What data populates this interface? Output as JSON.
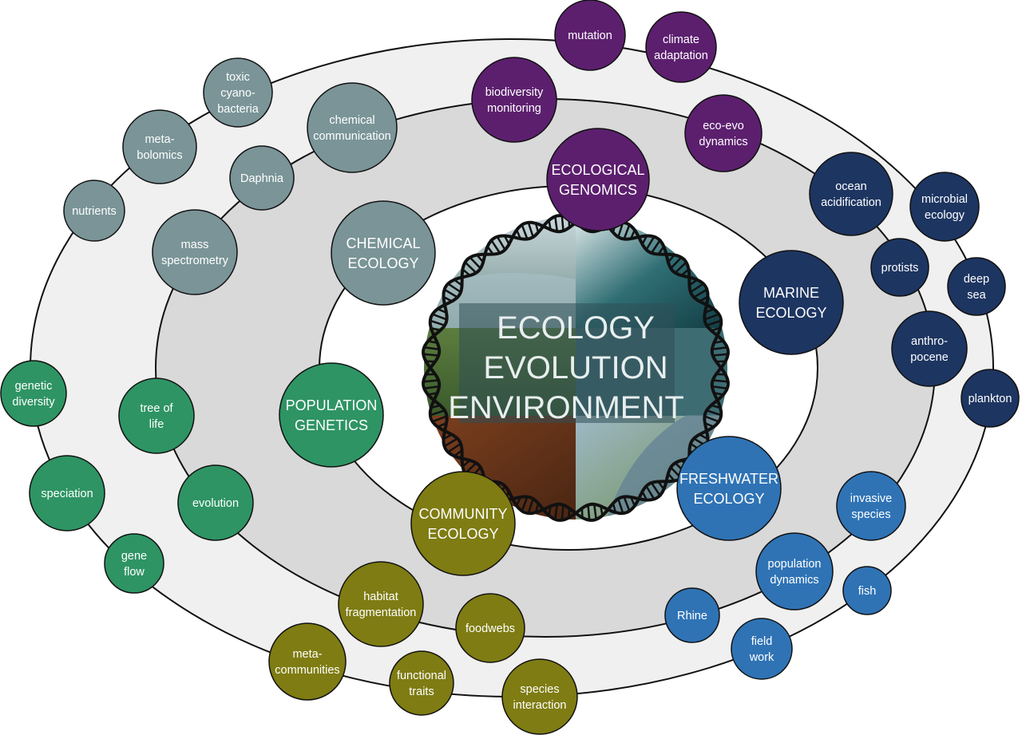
{
  "center": {
    "lines": [
      "ECOLOGY",
      "EVOLUTION",
      "ENVIRONMENT"
    ]
  },
  "colors": {
    "chemical": "#7a9497",
    "genomics": "#5c1f6e",
    "marine": "#1d3561",
    "freshwater": "#2f73b5",
    "community": "#7e7c12",
    "genetics": "#2e9464",
    "ring_outer": "#f0f0f0",
    "ring_middle": "#d9d9d9",
    "line": "#111111"
  },
  "nodes": [
    {
      "id": "ecological-genomics",
      "group": "genomics",
      "size": "main",
      "lines": [
        "ECOLOGICAL",
        "GENOMICS"
      ]
    },
    {
      "id": "chemical-ecology",
      "group": "chemical",
      "size": "main",
      "lines": [
        "CHEMICAL",
        "ECOLOGY"
      ]
    },
    {
      "id": "marine-ecology",
      "group": "marine",
      "size": "main",
      "lines": [
        "MARINE",
        "ECOLOGY"
      ]
    },
    {
      "id": "population-genetics",
      "group": "genetics",
      "size": "main",
      "lines": [
        "POPULATION",
        "GENETICS"
      ]
    },
    {
      "id": "community-ecology",
      "group": "community",
      "size": "main",
      "lines": [
        "COMMUNITY",
        "ECOLOGY"
      ]
    },
    {
      "id": "freshwater-ecology",
      "group": "freshwater",
      "size": "main",
      "lines": [
        "FRESHWATER",
        "ECOLOGY"
      ]
    },
    {
      "id": "mutation",
      "group": "genomics",
      "size": "sub",
      "lines": [
        "mutation"
      ]
    },
    {
      "id": "climate-adaptation",
      "group": "genomics",
      "size": "sub",
      "lines": [
        "climate",
        "adaptation"
      ]
    },
    {
      "id": "biodiversity-monitoring",
      "group": "genomics",
      "size": "sub",
      "lines": [
        "biodiversity",
        "monitoring"
      ]
    },
    {
      "id": "eco-evo-dynamics",
      "group": "genomics",
      "size": "sub",
      "lines": [
        "eco-evo",
        "dynamics"
      ]
    },
    {
      "id": "toxic-cyanobacteria",
      "group": "chemical",
      "size": "sub",
      "lines": [
        "toxic",
        "cyano-",
        "bacteria"
      ]
    },
    {
      "id": "chemical-communication",
      "group": "chemical",
      "size": "sub",
      "lines": [
        "chemical",
        "communication"
      ]
    },
    {
      "id": "metabolomics",
      "group": "chemical",
      "size": "sub",
      "lines": [
        "meta-",
        "bolomics"
      ]
    },
    {
      "id": "daphnia",
      "group": "chemical",
      "size": "sub",
      "lines": [
        "Daphnia"
      ]
    },
    {
      "id": "nutrients",
      "group": "chemical",
      "size": "sub",
      "lines": [
        "nutrients"
      ]
    },
    {
      "id": "mass-spectrometry",
      "group": "chemical",
      "size": "sub",
      "lines": [
        "mass",
        "spectrometry"
      ]
    },
    {
      "id": "ocean-acidification",
      "group": "marine",
      "size": "sub",
      "lines": [
        "ocean",
        "acidification"
      ]
    },
    {
      "id": "microbial-ecology",
      "group": "marine",
      "size": "sub",
      "lines": [
        "microbial",
        "ecology"
      ]
    },
    {
      "id": "protists",
      "group": "marine",
      "size": "sub",
      "lines": [
        "protists"
      ]
    },
    {
      "id": "deep-sea",
      "group": "marine",
      "size": "sub",
      "lines": [
        "deep",
        "sea"
      ]
    },
    {
      "id": "anthropocene",
      "group": "marine",
      "size": "sub",
      "lines": [
        "anthro-",
        "pocene"
      ]
    },
    {
      "id": "plankton",
      "group": "marine",
      "size": "sub",
      "lines": [
        "plankton"
      ]
    },
    {
      "id": "genetic-diversity",
      "group": "genetics",
      "size": "sub",
      "lines": [
        "genetic",
        "diversity"
      ]
    },
    {
      "id": "tree-of-life",
      "group": "genetics",
      "size": "sub",
      "lines": [
        "tree of",
        "life"
      ]
    },
    {
      "id": "speciation",
      "group": "genetics",
      "size": "sub",
      "lines": [
        "speciation"
      ]
    },
    {
      "id": "evolution",
      "group": "genetics",
      "size": "sub",
      "lines": [
        "evolution"
      ]
    },
    {
      "id": "gene-flow",
      "group": "genetics",
      "size": "sub",
      "lines": [
        "gene",
        "flow"
      ]
    },
    {
      "id": "habitat-fragmentation",
      "group": "community",
      "size": "sub",
      "lines": [
        "habitat",
        "fragmentation"
      ]
    },
    {
      "id": "foodwebs",
      "group": "community",
      "size": "sub",
      "lines": [
        "foodwebs"
      ]
    },
    {
      "id": "metacommunities",
      "group": "community",
      "size": "sub",
      "lines": [
        "meta-",
        "communities"
      ]
    },
    {
      "id": "functional-traits",
      "group": "community",
      "size": "sub",
      "lines": [
        "functional",
        "traits"
      ]
    },
    {
      "id": "species-interaction",
      "group": "community",
      "size": "sub",
      "lines": [
        "species",
        "interaction"
      ]
    },
    {
      "id": "invasive-species",
      "group": "freshwater",
      "size": "sub",
      "lines": [
        "invasive",
        "species"
      ]
    },
    {
      "id": "population-dynamics",
      "group": "freshwater",
      "size": "sub",
      "lines": [
        "population",
        "dynamics"
      ]
    },
    {
      "id": "fish",
      "group": "freshwater",
      "size": "sub",
      "lines": [
        "fish"
      ]
    },
    {
      "id": "rhine",
      "group": "freshwater",
      "size": "sub",
      "lines": [
        "Rhine"
      ]
    },
    {
      "id": "field-work",
      "group": "freshwater",
      "size": "sub",
      "lines": [
        "field",
        "work"
      ]
    }
  ]
}
